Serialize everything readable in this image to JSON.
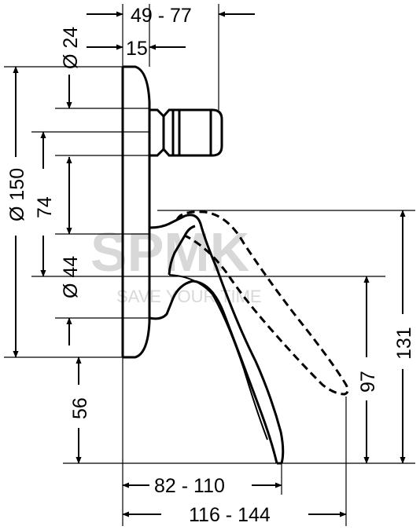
{
  "dimensions": {
    "top_width_range": "49 - 77",
    "top_diameter": "Ø 24",
    "top_offset": "15",
    "plate_diameter": "Ø 150",
    "vertical_spacing": "74",
    "inner_diameter": "Ø 44",
    "bottom_height": "56",
    "spout_height": "97",
    "lever_height": "131",
    "spout_reach": "82 - 110",
    "lever_reach": "116 - 144"
  },
  "watermark": {
    "main": "SPMK",
    "sub": "SAVE YOUR TIME"
  }
}
